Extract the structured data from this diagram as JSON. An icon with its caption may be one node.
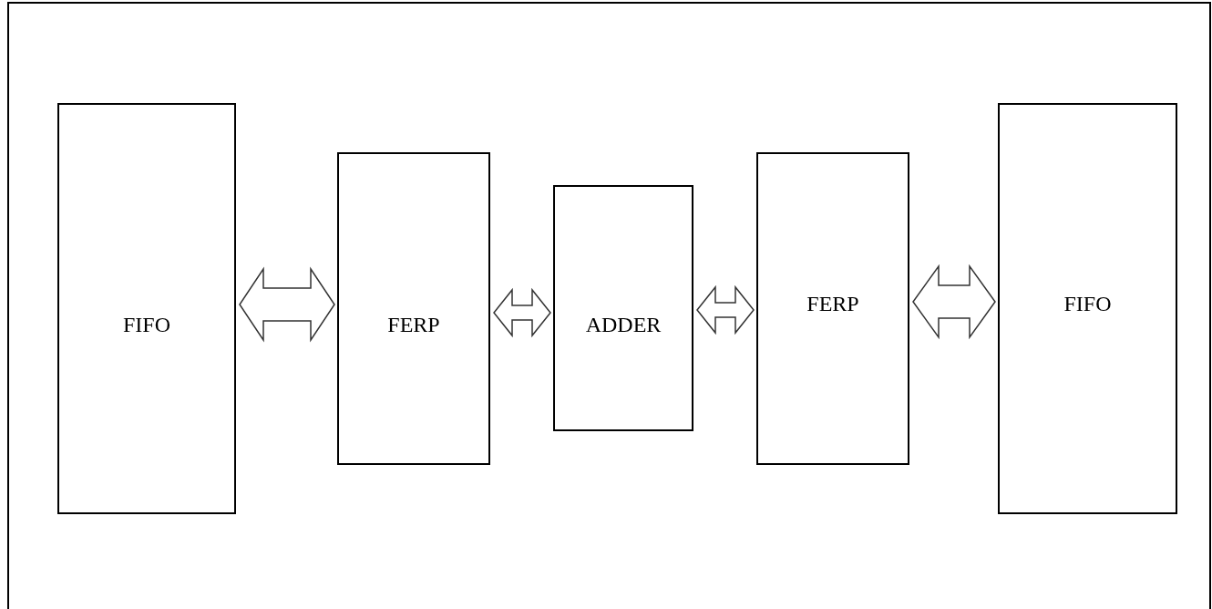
{
  "diagram": {
    "nodes": [
      {
        "text": [
          "FIFO"
        ]
      },
      {
        "text": [
          "FERP"
        ]
      },
      {
        "text": [
          "ADDER"
        ]
      },
      {
        "text": [
          "FERP"
        ]
      },
      {
        "text": [
          "FIFO"
        ]
      }
    ],
    "edges": [
      {
        "from": 0,
        "to": 1,
        "arrow": "both"
      },
      {
        "from": 1,
        "to": 2,
        "arrow": "both"
      },
      {
        "from": 2,
        "to": 3,
        "arrow": "both"
      },
      {
        "from": 3,
        "to": 4,
        "arrow": "both"
      }
    ]
  }
}
